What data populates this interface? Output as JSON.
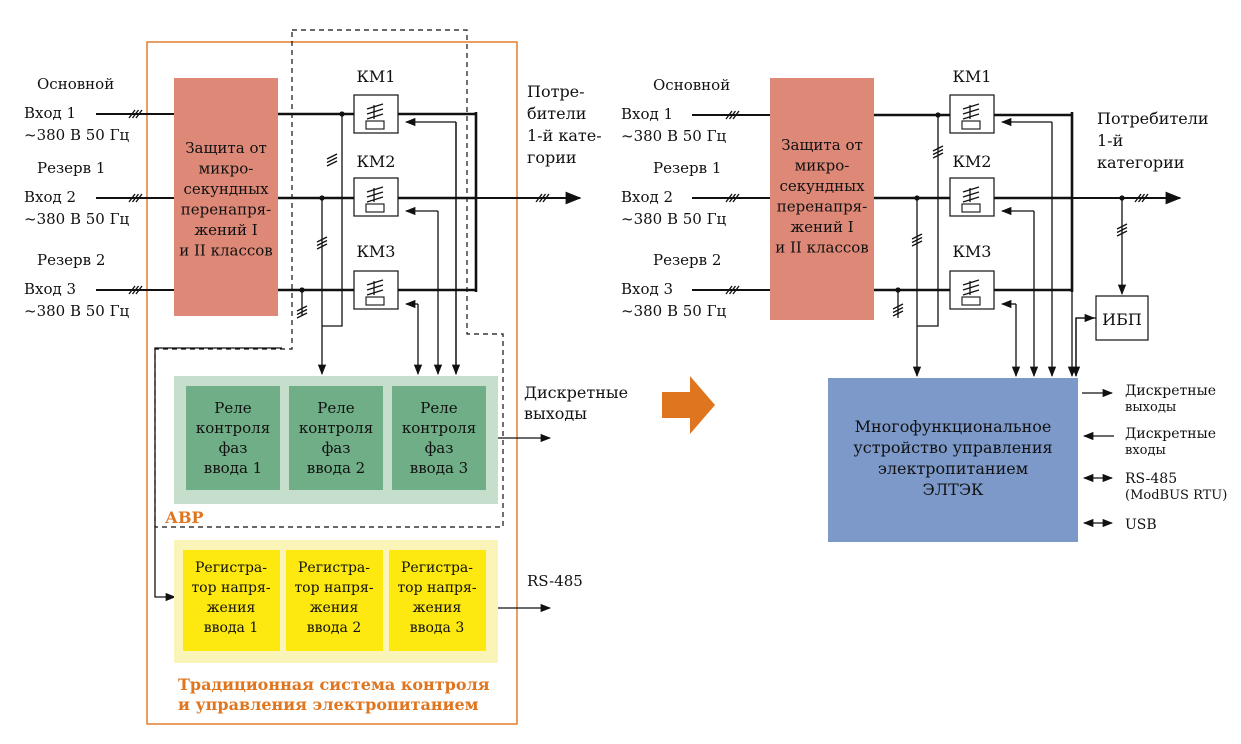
{
  "left": {
    "inputs": [
      {
        "name": "Основной",
        "line": "Вход 1",
        "voltage": "~380 В 50 Гц"
      },
      {
        "name": "Резерв 1",
        "line": "Вход 2",
        "voltage": "~380 В 50 Гц"
      },
      {
        "name": "Резерв 2",
        "line": "Вход 3",
        "voltage": "~380 В 50 Гц"
      }
    ],
    "protection_lines": [
      "Защита от",
      "микро-",
      "секундных",
      "перенапря-",
      "жений I",
      "и II классов"
    ],
    "contactors": [
      "КМ1",
      "КМ2",
      "КМ3"
    ],
    "consumers_lines": [
      "Потре-",
      "бители",
      "1-й кате-",
      "гории"
    ],
    "relays": [
      [
        "Реле",
        "контроля",
        "фаз",
        "ввода 1"
      ],
      [
        "Реле",
        "контроля",
        "фаз",
        "ввода 2"
      ],
      [
        "Реле",
        "контроля",
        "фаз",
        "ввода 3"
      ]
    ],
    "avr_label": "АВР",
    "discrete_outputs_lines": [
      "Дискретные",
      "выходы"
    ],
    "recorders": [
      [
        "Регистра-",
        "тор напря-",
        "жения",
        "ввода 1"
      ],
      [
        "Регистра-",
        "тор напря-",
        "жения",
        "ввода 2"
      ],
      [
        "Регистра-",
        "тор напря-",
        "жения",
        "ввода 3"
      ]
    ],
    "rs485_label": "RS-485",
    "system_caption_lines": [
      "Традиционная система контроля",
      "и управления электропитанием"
    ]
  },
  "right": {
    "inputs": [
      {
        "name": "Основной",
        "line": "Вход 1",
        "voltage": "~380 В 50 Гц"
      },
      {
        "name": "Резерв 1",
        "line": "Вход 2",
        "voltage": "~380 В 50 Гц"
      },
      {
        "name": "Резерв 2",
        "line": "Вход 3",
        "voltage": "~380 В 50 Гц"
      }
    ],
    "protection_lines": [
      "Защита от",
      "микро-",
      "секундных",
      "перенапря-",
      "жений I",
      "и II классов"
    ],
    "contactors": [
      "КМ1",
      "КМ2",
      "КМ3"
    ],
    "consumers_lines": [
      "Потребители",
      "1-й",
      "категории"
    ],
    "ups_label": "ИБП",
    "device_lines": [
      "Многофункциональное",
      "устройство управления",
      "электропитанием",
      "ЭЛТЭК"
    ],
    "ports": [
      [
        "Дискретные",
        "выходы"
      ],
      [
        "Дискретные",
        "входы"
      ],
      [
        "RS-485",
        "(ModBUS RTU)"
      ],
      [
        "USB"
      ]
    ]
  },
  "colors": {
    "protection": "#de8878",
    "relay_panel": "#c6dfcd",
    "relay": "#6fae86",
    "recorder_panel": "#fbf4b8",
    "recorder": "#fde910",
    "accent": "#e0751f",
    "device": "#7c99c9"
  }
}
